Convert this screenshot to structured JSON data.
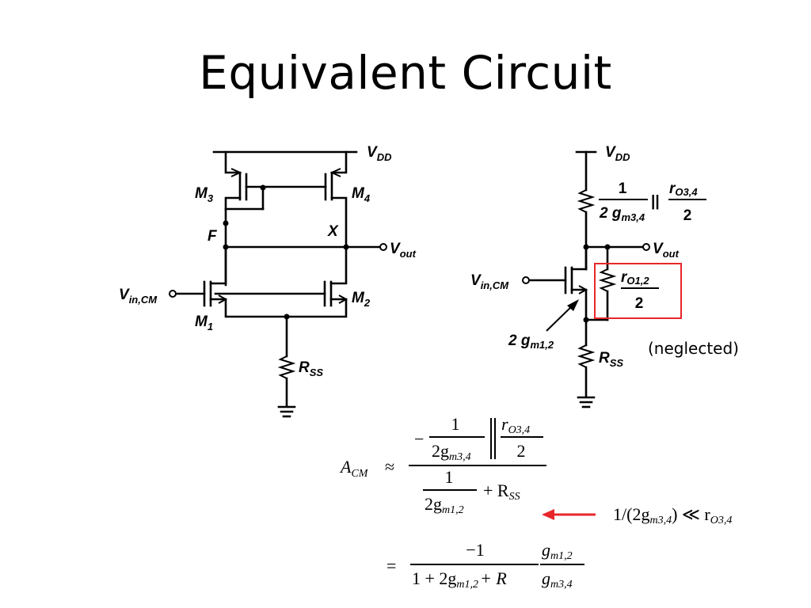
{
  "title": "Equivalent Circuit",
  "left_circuit": {
    "vdd": "V",
    "vdd_sub": "DD",
    "m3": "M",
    "m3_sub": "3",
    "m4": "M",
    "m4_sub": "4",
    "m1": "M",
    "m1_sub": "1",
    "m2": "M",
    "m2_sub": "2",
    "node_f": "F",
    "node_x": "X",
    "vout": "V",
    "vout_sub": "out",
    "vin": "V",
    "vin_sub": "in,CM",
    "rss": "R",
    "rss_sub": "SS"
  },
  "right_circuit": {
    "vdd": "V",
    "vdd_sub": "DD",
    "load_num": "1",
    "load_den": "2 g",
    "load_den_sub": "m3,4",
    "parallel": "||",
    "ro34_num": "r",
    "ro34_num_sub": "O3,4",
    "ro34_den": "2",
    "vout": "V",
    "vout_sub": "out",
    "vin": "V",
    "vin_sub": "in,CM",
    "ro12_num": "r",
    "ro12_num_sub": "O1,2",
    "ro12_den": "2",
    "gm12": "2 g",
    "gm12_sub": "m1,2",
    "rss": "R",
    "rss_sub": "SS",
    "neglected": "(neglected)"
  },
  "equation": {
    "acm": "A",
    "acm_sub": "CM",
    "approx": "≈",
    "minus": "−",
    "one": "1",
    "two_g": "2g",
    "gm34_sub": "m3,4",
    "r_o": "r",
    "ro34_sub": "O3,4",
    "two": "2",
    "gm12_sub": "m1,2",
    "plus_r": "+ R",
    "rss_sub": "SS",
    "equals": "=",
    "minus_one": "−1",
    "den_one_plus": "1 + 2g",
    "g": "g",
    "note": "1/(2g",
    "note_tail": ") ≪ r"
  },
  "colors": {
    "highlight": "#e8262a",
    "arrow": "#e8262a"
  }
}
